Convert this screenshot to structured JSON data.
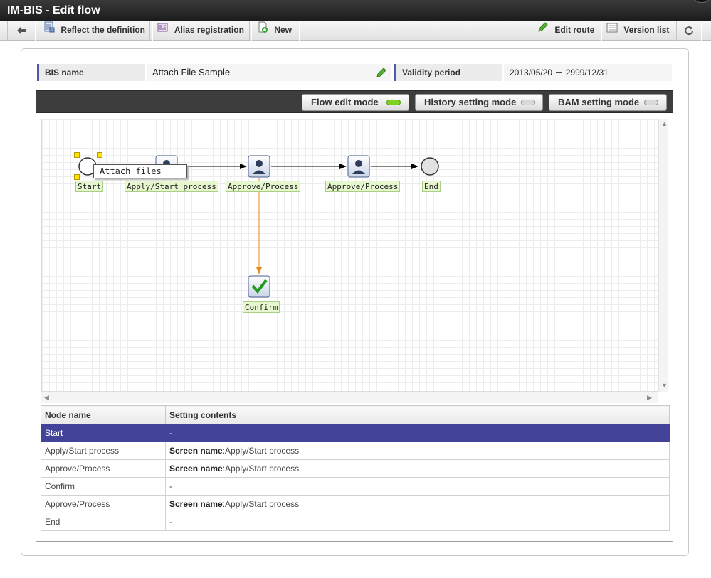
{
  "window": {
    "title": "IM-BIS - Edit flow"
  },
  "toolbar": {
    "back_label": "",
    "reflect_label": "Reflect the definition",
    "alias_label": "Alias registration",
    "new_label": "New",
    "edit_route_label": "Edit route",
    "version_list_label": "Version list"
  },
  "info": {
    "bis_name_label": "BIS name",
    "bis_name_value": "Attach File Sample",
    "validity_label": "Validity period",
    "validity_value": "2013/05/20 － 2999/12/31"
  },
  "modes": [
    {
      "label": "Flow edit mode",
      "active": true
    },
    {
      "label": "History setting mode",
      "active": false
    },
    {
      "label": "BAM setting mode",
      "active": false
    }
  ],
  "flow": {
    "nodes": {
      "start": "Start",
      "apply": "Apply/Start process",
      "approve1": "Approve/Process",
      "approve2": "Approve/Process",
      "end": "End",
      "confirm": "Confirm"
    },
    "tooltip": "Attach files"
  },
  "table": {
    "headers": [
      "Node name",
      "Setting contents"
    ],
    "rows": [
      {
        "node": "Start",
        "key": "",
        "value": "-",
        "selected": true
      },
      {
        "node": "Apply/Start process",
        "key": "Screen name",
        "value": ":Apply/Start process",
        "selected": false
      },
      {
        "node": "Approve/Process",
        "key": "Screen name",
        "value": ":Apply/Start process",
        "selected": false
      },
      {
        "node": "Confirm",
        "key": "",
        "value": "-",
        "selected": false
      },
      {
        "node": "Approve/Process",
        "key": "Screen name",
        "value": ":Apply/Start process",
        "selected": false
      },
      {
        "node": "End",
        "key": "",
        "value": "-",
        "selected": false
      }
    ]
  },
  "colors": {
    "accent": "#43439a",
    "active_led": "#7ed321",
    "conditional_edge": "#e8881a",
    "node_label_bg": "#e6f7cf"
  }
}
